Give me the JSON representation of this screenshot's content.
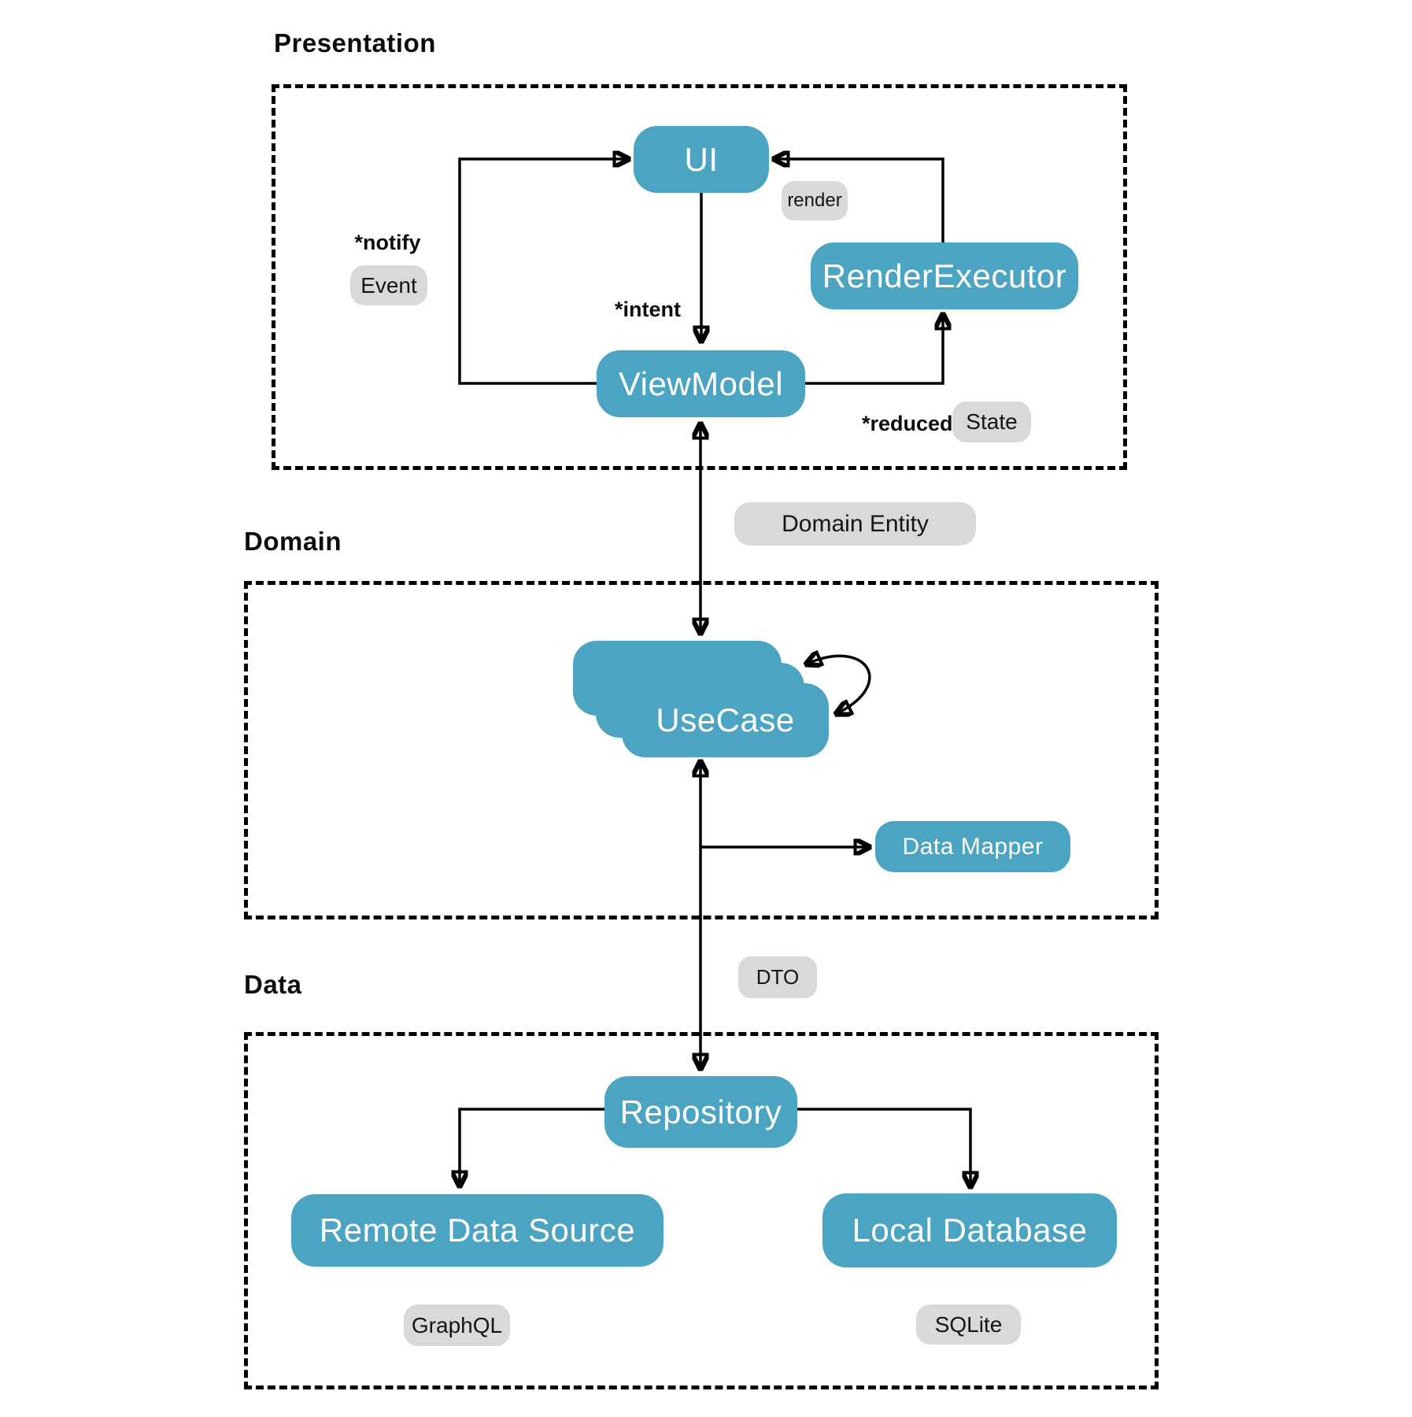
{
  "colors": {
    "node": "#4ba4c2",
    "pill": "#d9d9d9",
    "line": "#000000",
    "text_on_node": "#ffffff"
  },
  "sections": {
    "presentation": {
      "title": "Presentation"
    },
    "domain": {
      "title": "Domain"
    },
    "data": {
      "title": "Data"
    }
  },
  "nodes": {
    "ui": {
      "label": "UI"
    },
    "view_model": {
      "label": "ViewModel"
    },
    "render_executor": {
      "label": "RenderExecutor"
    },
    "use_case": {
      "label": "UseCase"
    },
    "data_mapper": {
      "label": "Data Mapper"
    },
    "repository": {
      "label": "Repository"
    },
    "remote_data_source": {
      "label": "Remote Data Source"
    },
    "local_database": {
      "label": "Local Database"
    }
  },
  "pills": {
    "render": {
      "label": "render"
    },
    "event": {
      "label": "Event"
    },
    "state": {
      "label": "State"
    },
    "domain_entity": {
      "label": "Domain Entity"
    },
    "dto": {
      "label": "DTO"
    },
    "graphql": {
      "label": "GraphQL"
    },
    "sqlite": {
      "label": "SQLite"
    }
  },
  "edge_labels": {
    "notify": "*notify",
    "intent": "*intent",
    "reduced": "*reduced"
  }
}
